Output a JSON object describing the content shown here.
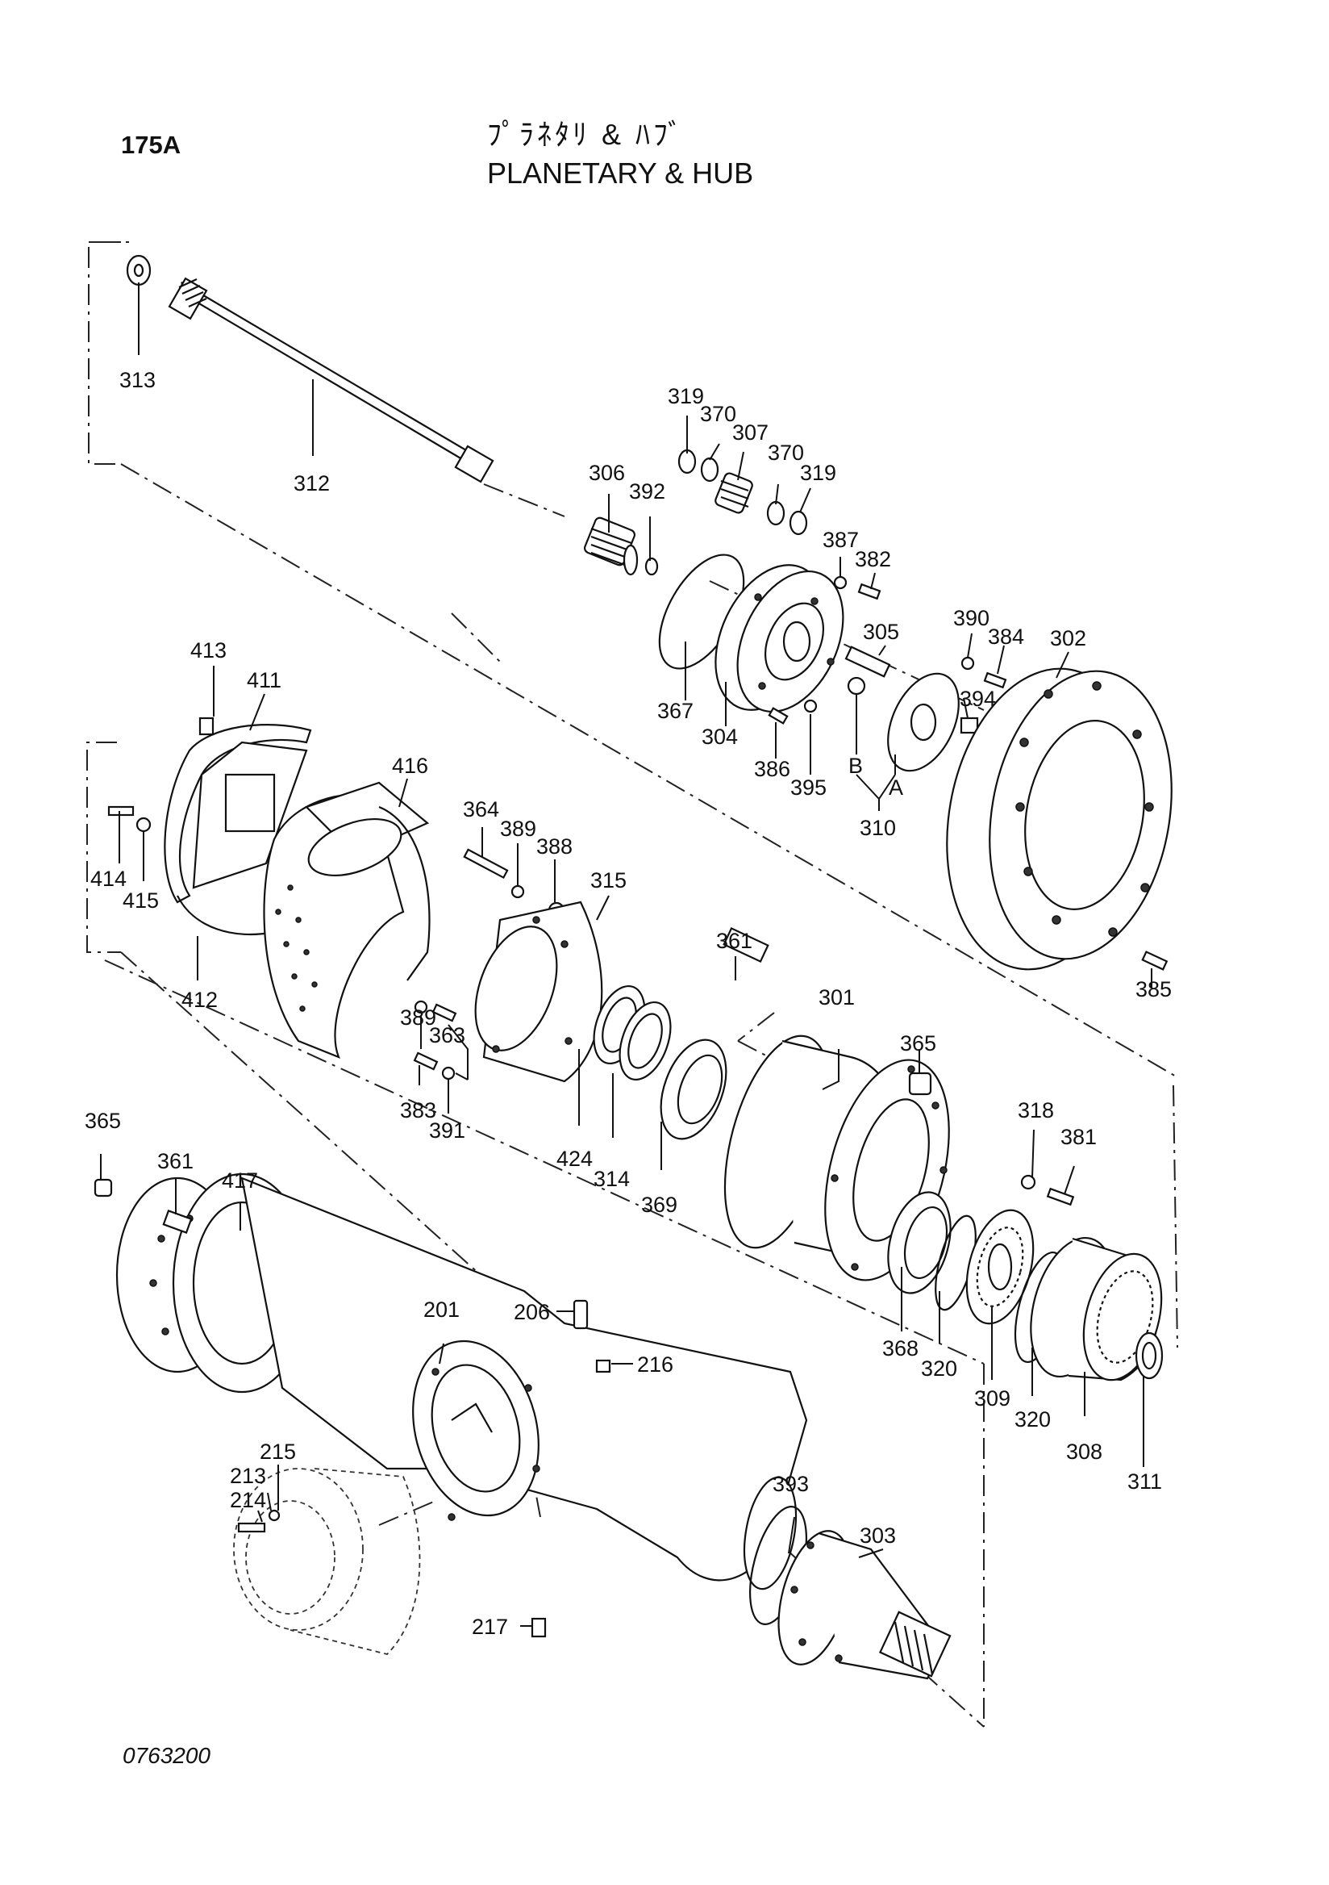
{
  "header": {
    "page_number": "175A",
    "title_japanese": "ﾌﾟﾗﾈﾀﾘ & ﾊﾌﾞ",
    "title_english": "PLANETARY & HUB"
  },
  "footer": {
    "drawing_number": "0763200"
  },
  "callouts": {
    "c313": "313",
    "c312": "312",
    "c319a": "319",
    "c370a": "370",
    "c307": "307",
    "c370b": "370",
    "c319b": "319",
    "c306": "306",
    "c392": "392",
    "c387": "387",
    "c382": "382",
    "c305": "305",
    "c390": "390",
    "c384": "384",
    "c302": "302",
    "c394": "394",
    "c367": "367",
    "c304": "304",
    "c386": "386",
    "c395": "395",
    "cB": "B",
    "cA": "A",
    "c310": "310",
    "c413": "413",
    "c411": "411",
    "c416": "416",
    "c364": "364",
    "c389a": "389",
    "c388": "388",
    "c315": "315",
    "c414": "414",
    "c415": "415",
    "c412": "412",
    "c389b": "389",
    "c363": "363",
    "c361a": "361",
    "c301": "301",
    "c365a": "365",
    "c385": "385",
    "c383": "383",
    "c391": "391",
    "c424": "424",
    "c314": "314",
    "c369": "369",
    "c318": "318",
    "c381": "381",
    "c365b": "365",
    "c361b": "361",
    "c417": "417",
    "c201": "201",
    "c206": "206",
    "c216": "216",
    "c368": "368",
    "c320a": "320",
    "c309": "309",
    "c320b": "320",
    "c308": "308",
    "c311": "311",
    "c215": "215",
    "c213": "213",
    "c214": "214",
    "c393": "393",
    "c303": "303",
    "c217": "217"
  }
}
